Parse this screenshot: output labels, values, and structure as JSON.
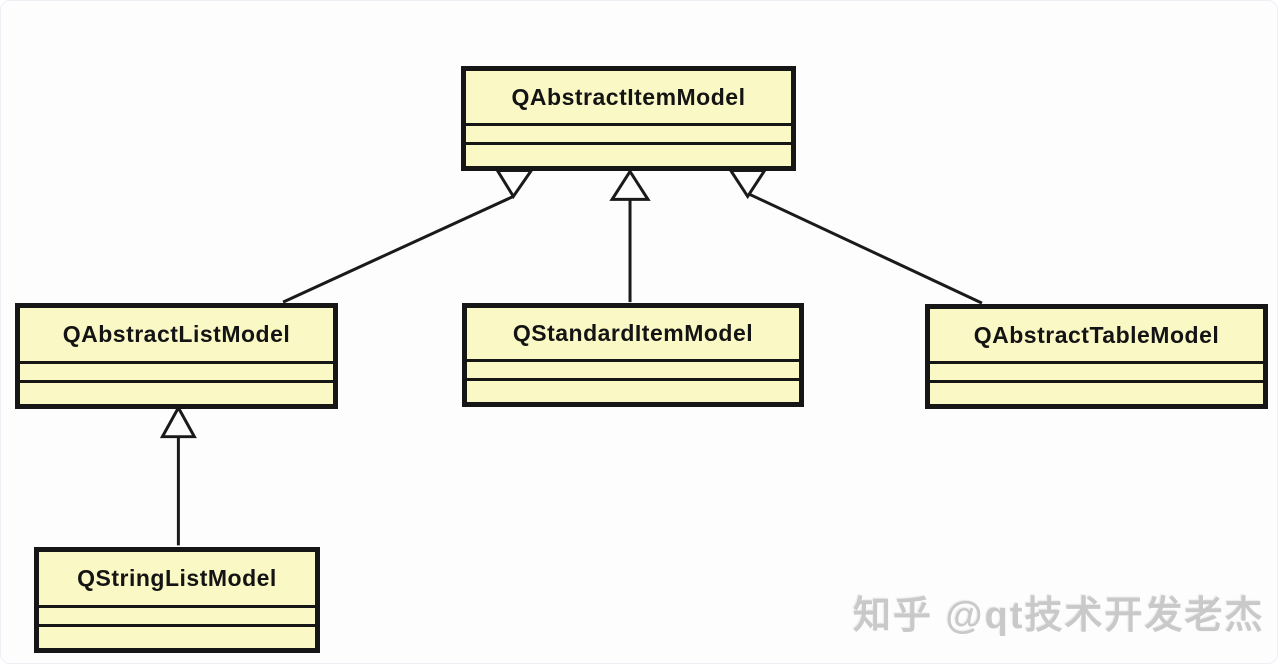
{
  "diagram": {
    "type": "uml-class-diagram",
    "classes": [
      {
        "name": "QAbstractItemModel",
        "attributes": "",
        "operations": ""
      },
      {
        "name": "QAbstractListModel",
        "attributes": "",
        "operations": ""
      },
      {
        "name": "QStandardItemModel",
        "attributes": "",
        "operations": ""
      },
      {
        "name": "QAbstractTableModel",
        "attributes": "",
        "operations": ""
      },
      {
        "name": "QStringListModel",
        "attributes": "",
        "operations": ""
      }
    ],
    "relations": [
      {
        "type": "generalization",
        "from": "QAbstractListModel",
        "to": "QAbstractItemModel"
      },
      {
        "type": "generalization",
        "from": "QStandardItemModel",
        "to": "QAbstractItemModel"
      },
      {
        "type": "generalization",
        "from": "QAbstractTableModel",
        "to": "QAbstractItemModel"
      },
      {
        "type": "generalization",
        "from": "QStringListModel",
        "to": "QAbstractListModel"
      }
    ],
    "colors": {
      "box_fill": "#FAF9C5",
      "box_border": "#161616",
      "background": "#FDFDFE",
      "watermark": "#C9C9C9"
    }
  },
  "watermark": {
    "text": "知乎 @qt技术开发老杰"
  }
}
